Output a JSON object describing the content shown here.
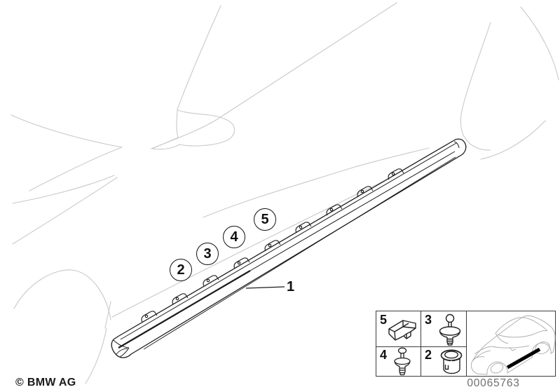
{
  "figure": {
    "title_hint": "door sill trim exploded view",
    "callout_1": "1",
    "callout_2": "2",
    "callout_3": "3",
    "callout_4": "4",
    "callout_5": "5"
  },
  "legend": {
    "cells": [
      {
        "label": "5",
        "icon": "clip-icon"
      },
      {
        "label": "3",
        "icon": "expanding-rivet-icon"
      },
      {
        "label": "4",
        "icon": "blind-rivet-icon"
      },
      {
        "label": "2",
        "icon": "grommet-icon"
      }
    ],
    "car_thumbnail": "bmw-sedan-sill-location"
  },
  "footer": {
    "copyright": "© BMW AG",
    "drawing_number": "00065763"
  },
  "colors": {
    "line": "#1c1c1c",
    "faint_line": "#c9c9c9",
    "muted_text": "#6e6e6e",
    "highlight": "#000000"
  }
}
